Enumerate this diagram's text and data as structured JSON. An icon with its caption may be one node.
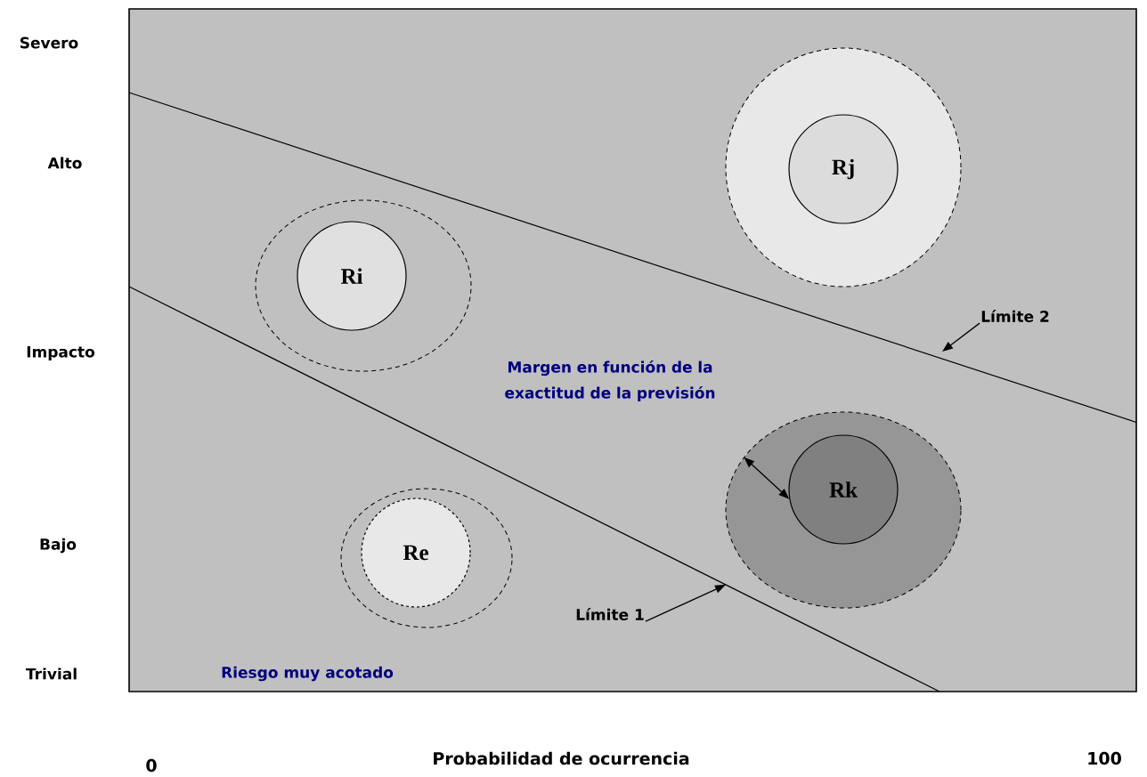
{
  "diagram": {
    "nodes": [
      {
        "text": [],
        "shape": "box"
      },
      {
        "text": [],
        "shape": "circle",
        "in": 0
      },
      {
        "text": [
          "Rj"
        ],
        "in": 1
      },
      {
        "text": [],
        "shape": "circle",
        "in": 0
      },
      {
        "text": [
          "Ri"
        ],
        "in": 3
      },
      {
        "text": [],
        "shape": "circle",
        "in": 0
      },
      {
        "text": [
          "Rk"
        ],
        "in": 5
      },
      {
        "text": [],
        "shape": "circle",
        "in": 0
      },
      {
        "text": [
          "Re"
        ],
        "in": 7
      },
      {
        "text": [
          "Límite 2"
        ],
        "in": 0
      },
      {
        "text": [
          "Límite 1"
        ],
        "in": 0
      }
    ],
    "edges": [
      {
        "from": 9,
        "to": null,
        "arrow": "to"
      },
      {
        "from": 10,
        "to": null,
        "arrow": "to"
      },
      {
        "from": 5,
        "to": 6,
        "arrow": "both"
      }
    ],
    "labels": [
      "Severo",
      "Alto",
      "Impacto",
      "Margen en función de la exactitud de la previsión",
      "Bajo",
      "Trivial",
      "Riesgo muy acotado",
      "0",
      "Probabilidad de ocurrencia",
      "100"
    ]
  }
}
